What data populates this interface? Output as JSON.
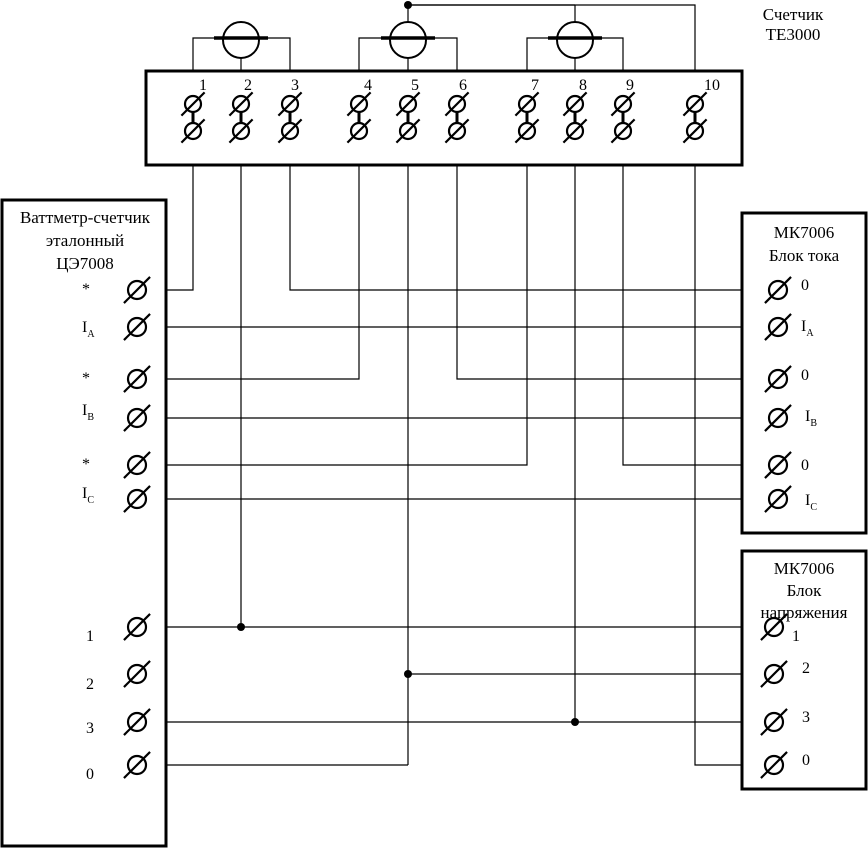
{
  "meter": {
    "title_line1": "Счетчик",
    "title_line2": "ТЕ3000"
  },
  "meter_terminals": [
    "1",
    "2",
    "3",
    "4",
    "5",
    "6",
    "7",
    "8",
    "9",
    "10"
  ],
  "wattmeter": {
    "title_line1": "Ваттметр-счетчик",
    "title_line2": "эталонный",
    "title_line3": "ЦЭ7008",
    "current_terminals": [
      {
        "main": "*",
        "sub": ""
      },
      {
        "main": "I",
        "sub": "A"
      },
      {
        "main": "*",
        "sub": ""
      },
      {
        "main": "I",
        "sub": "B"
      },
      {
        "main": "*",
        "sub": ""
      },
      {
        "main": "I",
        "sub": "C"
      }
    ],
    "voltage_terminals": [
      "1",
      "2",
      "3",
      "0"
    ]
  },
  "current_block": {
    "title_line1": "МК7006",
    "title_line2": "Блок тока",
    "terminals": [
      {
        "main": "0",
        "sub": ""
      },
      {
        "main": "I",
        "sub": "A"
      },
      {
        "main": "0",
        "sub": ""
      },
      {
        "main": "I",
        "sub": "B"
      },
      {
        "main": "0",
        "sub": ""
      },
      {
        "main": "I",
        "sub": "C"
      }
    ]
  },
  "voltage_block": {
    "title_line1": "МК7006",
    "title_line2": "Блок",
    "title_line3": "напряжения",
    "terminals": [
      "1",
      "2",
      "3",
      "0"
    ]
  }
}
